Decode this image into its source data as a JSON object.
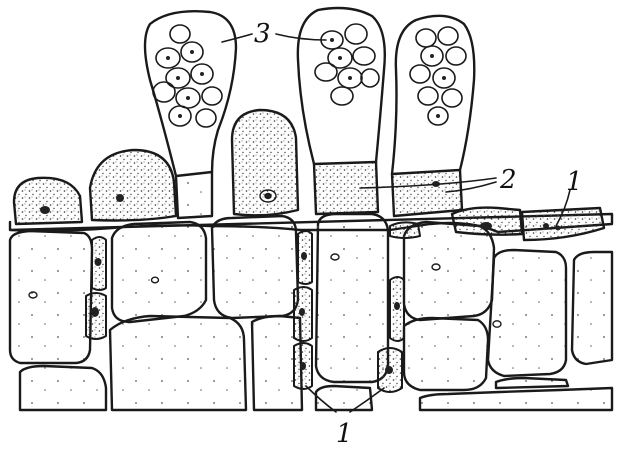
{
  "labels": {
    "num_3": "3",
    "num_2": "2",
    "num_1_right": "1",
    "num_1_bottom": "1"
  }
}
